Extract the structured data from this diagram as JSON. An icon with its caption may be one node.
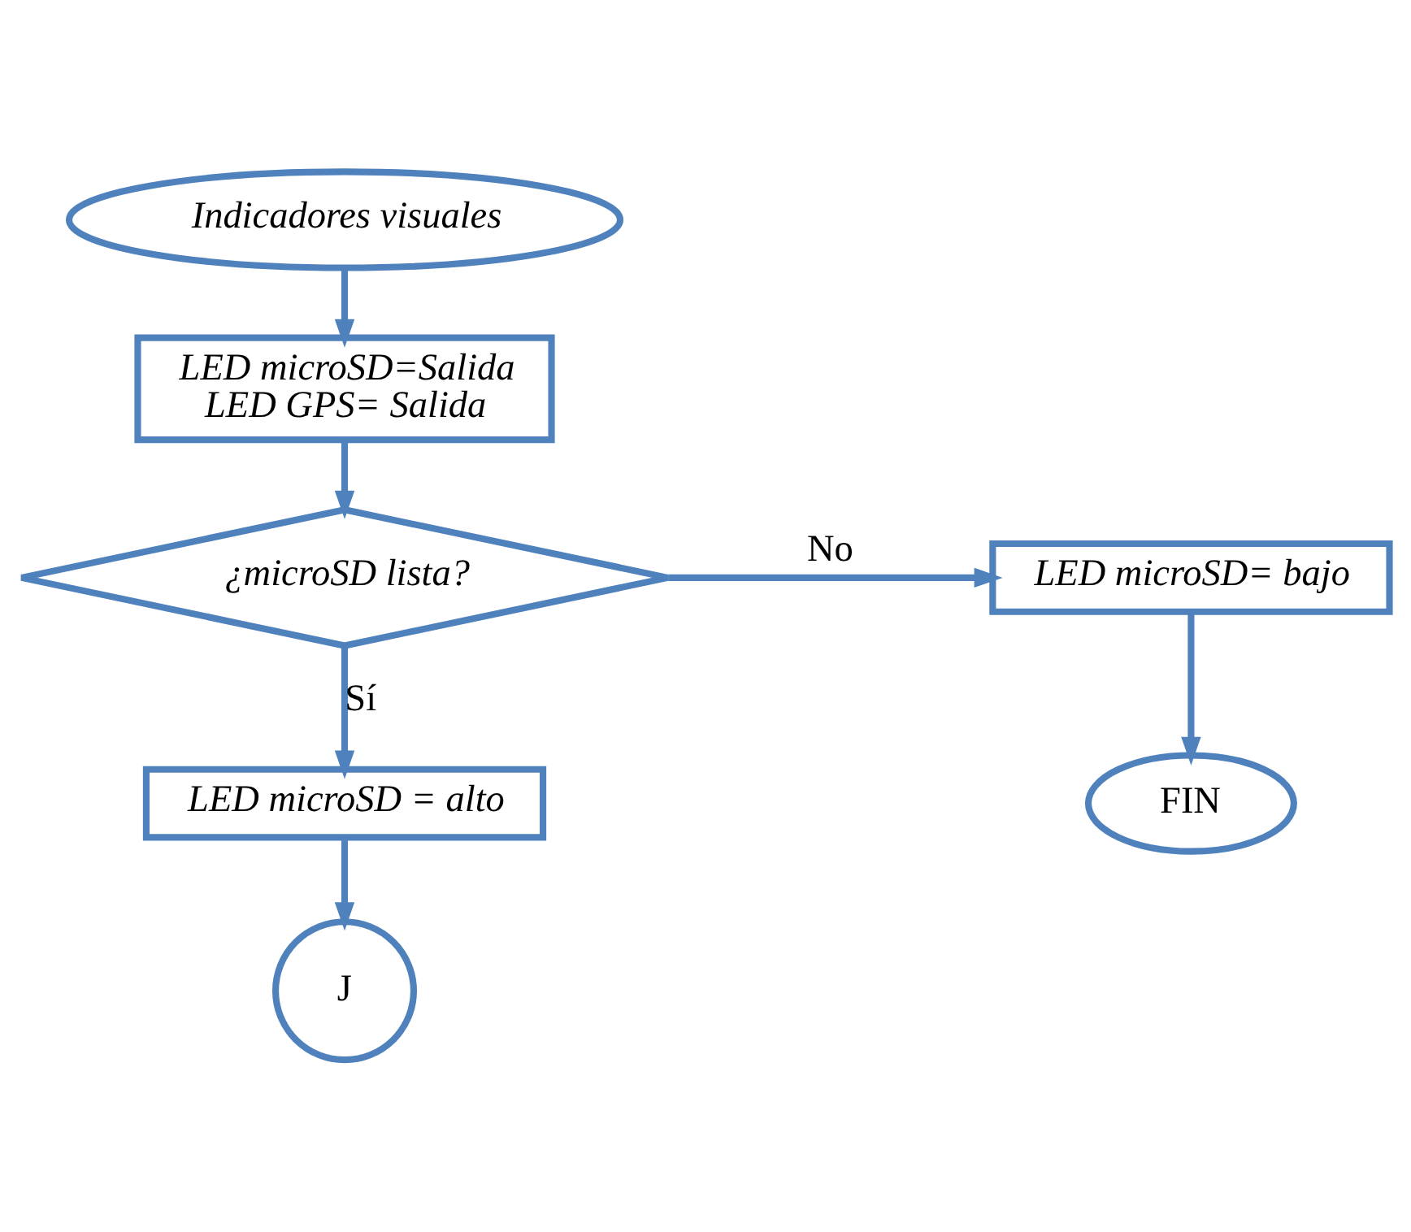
{
  "diagram": {
    "nodes": [
      {
        "text": [
          "Indicadores visuales"
        ]
      },
      {
        "text": [
          "LED microSD=Salida",
          "LED GPS= Salida"
        ]
      },
      {
        "text": [
          "¿microSD lista?"
        ]
      },
      {
        "text": [
          "LED microSD= bajo"
        ]
      },
      {
        "text": [
          "FIN"
        ]
      },
      {
        "text": [
          "LED microSD = alto"
        ]
      },
      {
        "text": [
          "J"
        ]
      }
    ],
    "edges": [
      {
        "from": 0,
        "to": 1,
        "arrow": "to"
      },
      {
        "from": 1,
        "to": 2,
        "arrow": "to"
      },
      {
        "from": 2,
        "to": 3,
        "arrow": "to",
        "label": "No"
      },
      {
        "from": 3,
        "to": 4,
        "arrow": "to"
      },
      {
        "from": 2,
        "to": 5,
        "arrow": "to",
        "label": "Sí"
      },
      {
        "from": 5,
        "to": 6,
        "arrow": "to"
      }
    ]
  }
}
